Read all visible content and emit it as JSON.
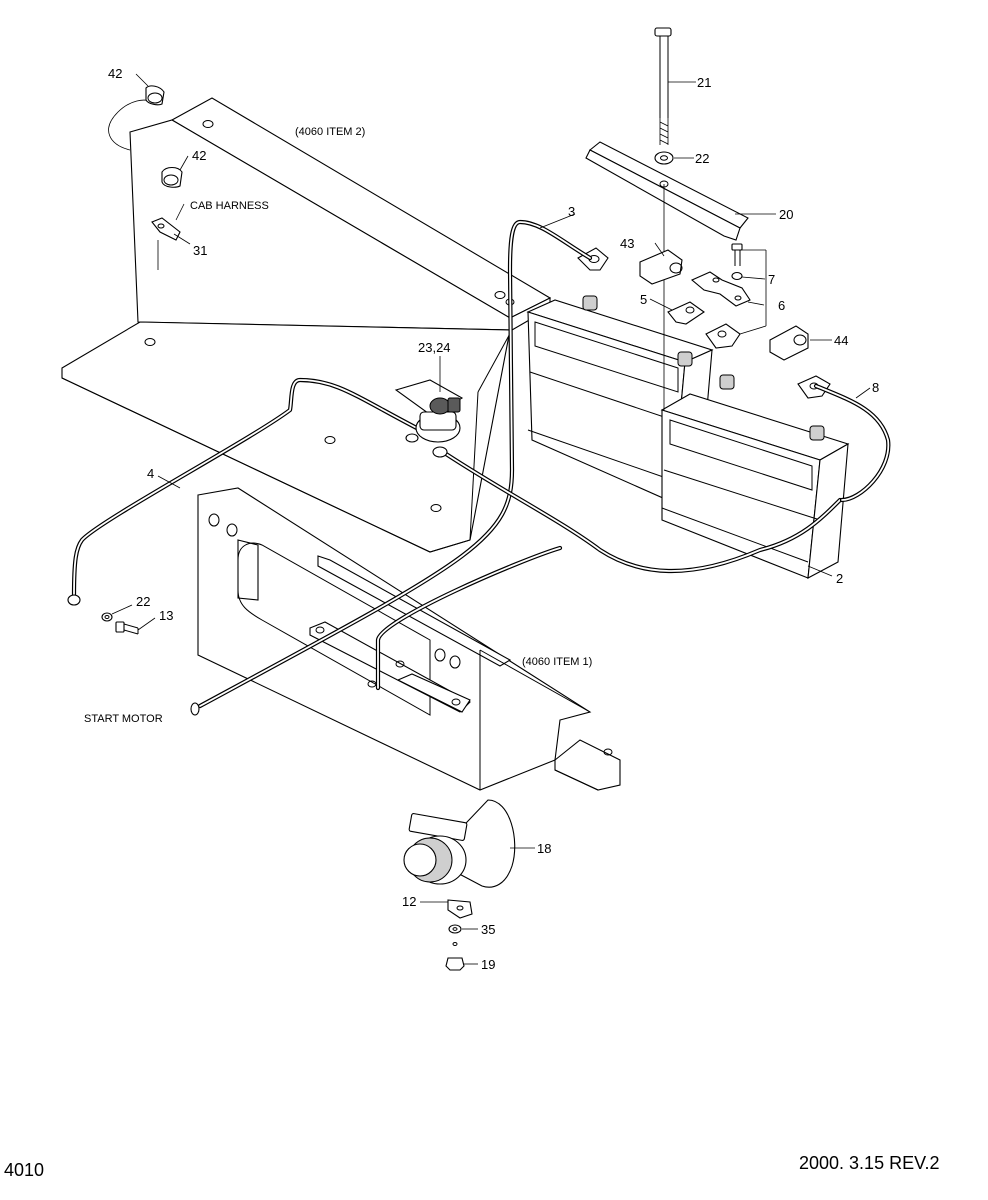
{
  "callouts": [
    {
      "id": "42a",
      "text": "42"
    },
    {
      "id": "42b",
      "text": "42"
    },
    {
      "id": "31",
      "text": "31"
    },
    {
      "id": "4",
      "text": "4"
    },
    {
      "id": "22a",
      "text": "22"
    },
    {
      "id": "13",
      "text": "13"
    },
    {
      "id": "2324",
      "text": "23,24"
    },
    {
      "id": "3",
      "text": "3"
    },
    {
      "id": "21",
      "text": "21"
    },
    {
      "id": "22b",
      "text": "22"
    },
    {
      "id": "20",
      "text": "20"
    },
    {
      "id": "43",
      "text": "43"
    },
    {
      "id": "7",
      "text": "7"
    },
    {
      "id": "5",
      "text": "5"
    },
    {
      "id": "6",
      "text": "6"
    },
    {
      "id": "44",
      "text": "44"
    },
    {
      "id": "8",
      "text": "8"
    },
    {
      "id": "2",
      "text": "2"
    },
    {
      "id": "18",
      "text": "18"
    },
    {
      "id": "12",
      "text": "12"
    },
    {
      "id": "35",
      "text": "35"
    },
    {
      "id": "19",
      "text": "19"
    }
  ],
  "notes": {
    "item2": "(4060 ITEM 2)",
    "item1": "(4060 ITEM 1)",
    "cab_harness": "CAB HARNESS",
    "start_motor": "START MOTOR"
  },
  "footer": {
    "page_code": "4010",
    "revision": "2000. 3.15 REV.2"
  }
}
